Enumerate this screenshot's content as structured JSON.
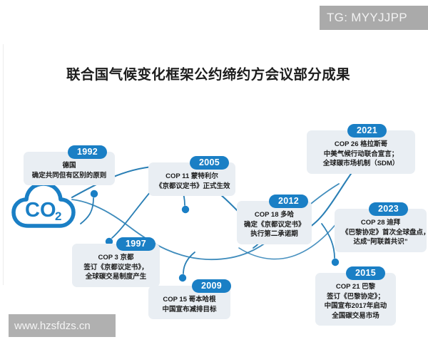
{
  "top_banner": {
    "text": "TG: MYYJJPP"
  },
  "bottom_watermark": {
    "text": "www.hzsfdzs.cn"
  },
  "card": {
    "title": "联合国气候变化框架公约缔约方会议部分成果"
  },
  "co2_icon": {
    "name": "co2-cloud-icon",
    "label": "CO",
    "subscript": "2",
    "color": "#1a7fc5"
  },
  "colors": {
    "badge_blue": "#1a7fc5",
    "curve_blue": "#2a7fb5",
    "panel_gray": "#e9eef3",
    "title_black": "#1d1d1d",
    "watermark_gray": "#aaaaaa"
  },
  "chart_data": {
    "type": "timeline",
    "title": "联合国气候变化框架公约缔约方会议部分成果",
    "orientation": "left-to-right flowing curve with branch stems",
    "start_icon": "CO2",
    "end_marker": "arrow",
    "events": [
      {
        "year": "1992",
        "lines": [
          "德国",
          "确定共同但有区别的原则"
        ],
        "position": "top-left"
      },
      {
        "year": "1997",
        "lines": [
          "COP 3 京都",
          "签订《京都议定书》，",
          "全球碳交易制度产生"
        ],
        "position": "lower-left"
      },
      {
        "year": "2005",
        "lines": [
          "COP 11 蒙特利尔",
          "《京都议定书》正式生效"
        ],
        "position": "top-center-left"
      },
      {
        "year": "2009",
        "lines": [
          "COP 15 哥本哈根",
          "中国宣布减排目标"
        ],
        "position": "bottom-center"
      },
      {
        "year": "2012",
        "lines": [
          "COP 18 多哈",
          "确定《京都议定书》",
          "执行第二承诺期"
        ],
        "position": "center"
      },
      {
        "year": "2015",
        "lines": [
          "COP 21 巴黎",
          "签订《巴黎协定》；",
          "中国宣布2017年启动",
          "全国碳交易市场"
        ],
        "position": "bottom-right"
      },
      {
        "year": "2021",
        "lines": [
          "COP 26 格拉斯哥",
          "中美气候行动联合宣言；",
          "全球碳市场机制（SDM）"
        ],
        "position": "top-right"
      },
      {
        "year": "2023",
        "lines": [
          "COP 28 迪拜",
          "《巴黎协定》首次全球盘点，",
          "达成“阿联酋共识”"
        ],
        "position": "right"
      }
    ]
  }
}
